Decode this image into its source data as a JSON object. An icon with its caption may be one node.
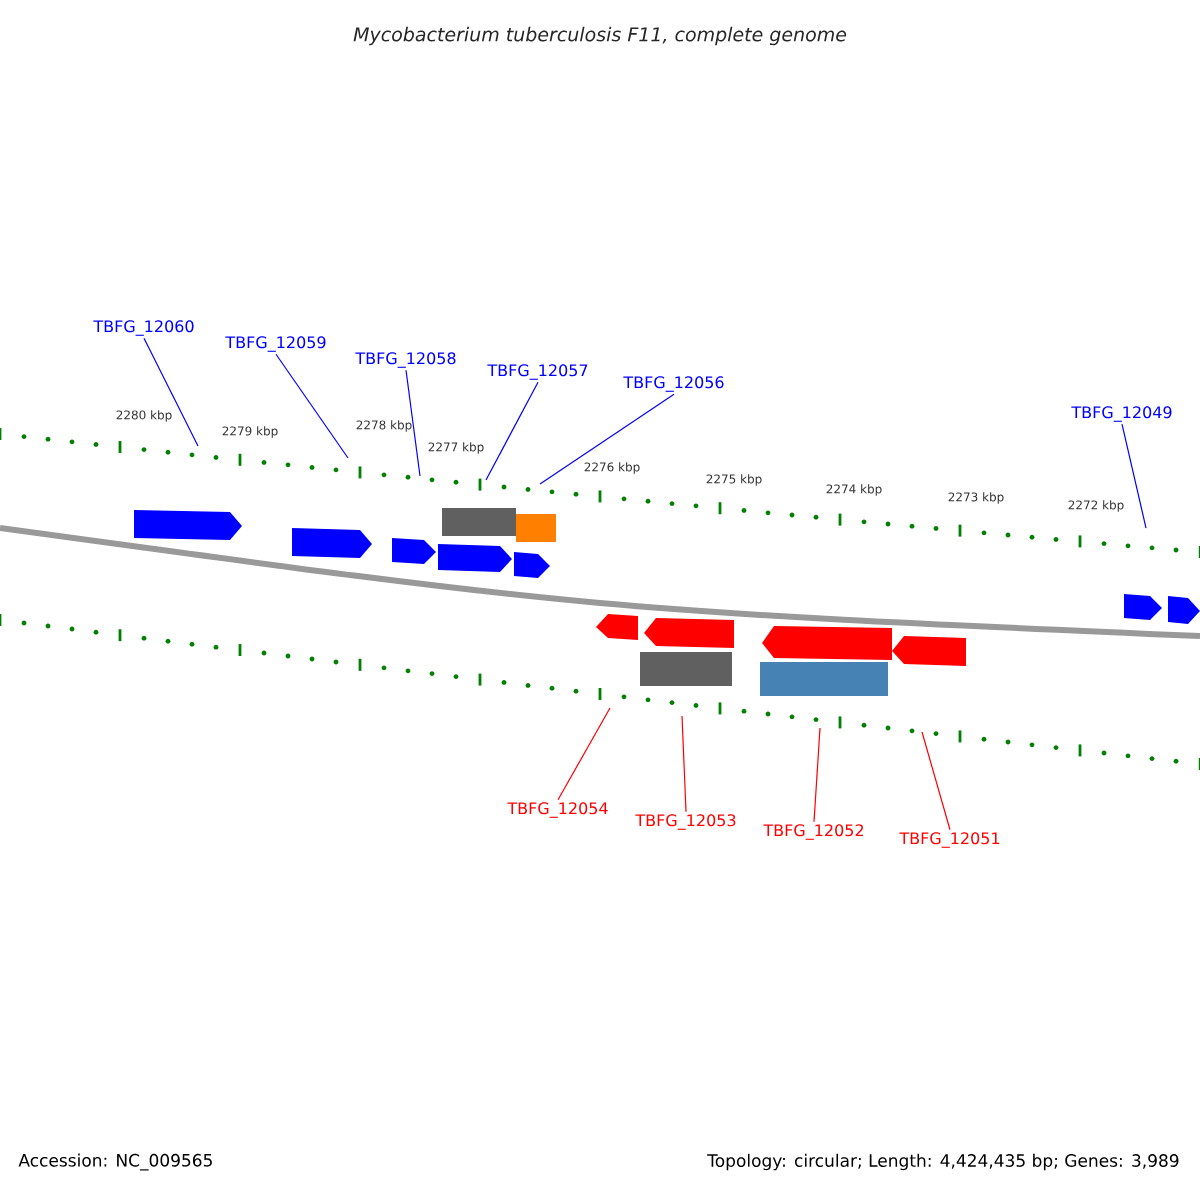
{
  "diagram": {
    "title": "Mycobacterium tuberculosis F11, complete genome",
    "nodes": [
      {
        "text": [
          "TBFG_12060"
        ]
      },
      {
        "text": [
          "TBFG_12059"
        ]
      },
      {
        "text": [
          "TBFG_12058"
        ]
      },
      {
        "text": [
          "TBFG_12057"
        ]
      },
      {
        "text": [
          "TBFG_12056"
        ]
      },
      {
        "text": [
          "TBFG_12049"
        ]
      },
      {
        "text": [
          "TBFG_12054"
        ]
      },
      {
        "text": [
          "TBFG_12053"
        ]
      },
      {
        "text": [
          "TBFG_12052"
        ]
      },
      {
        "text": [
          "TBFG_12051"
        ]
      }
    ],
    "edges": [
      {
        "from": 0,
        "to": null,
        "arrow": "none"
      },
      {
        "from": 1,
        "to": null,
        "arrow": "none"
      },
      {
        "from": 2,
        "to": null,
        "arrow": "none"
      },
      {
        "from": 3,
        "to": null,
        "arrow": "none"
      },
      {
        "from": 4,
        "to": null,
        "arrow": "none"
      },
      {
        "from": 5,
        "to": null,
        "arrow": "none"
      },
      {
        "from": 6,
        "to": null,
        "arrow": "none",
        "color": "#ff0000"
      },
      {
        "from": 7,
        "to": null,
        "arrow": "none",
        "color": "#ff0000"
      },
      {
        "from": 8,
        "to": null,
        "arrow": "none",
        "color": "#ff0000"
      },
      {
        "from": 9,
        "to": null,
        "arrow": "none",
        "color": "#ff0000"
      }
    ],
    "labels": [
      "2280 kbp",
      "2279 kbp",
      "2278 kbp",
      "2277 kbp",
      "2276 kbp",
      "2275 kbp",
      "2274 kbp",
      "2273 kbp",
      "2272 kbp",
      "Accession: NC_009565",
      "Topology: circular; Length: 4,424,435 bp; Genes: 3,989"
    ]
  }
}
